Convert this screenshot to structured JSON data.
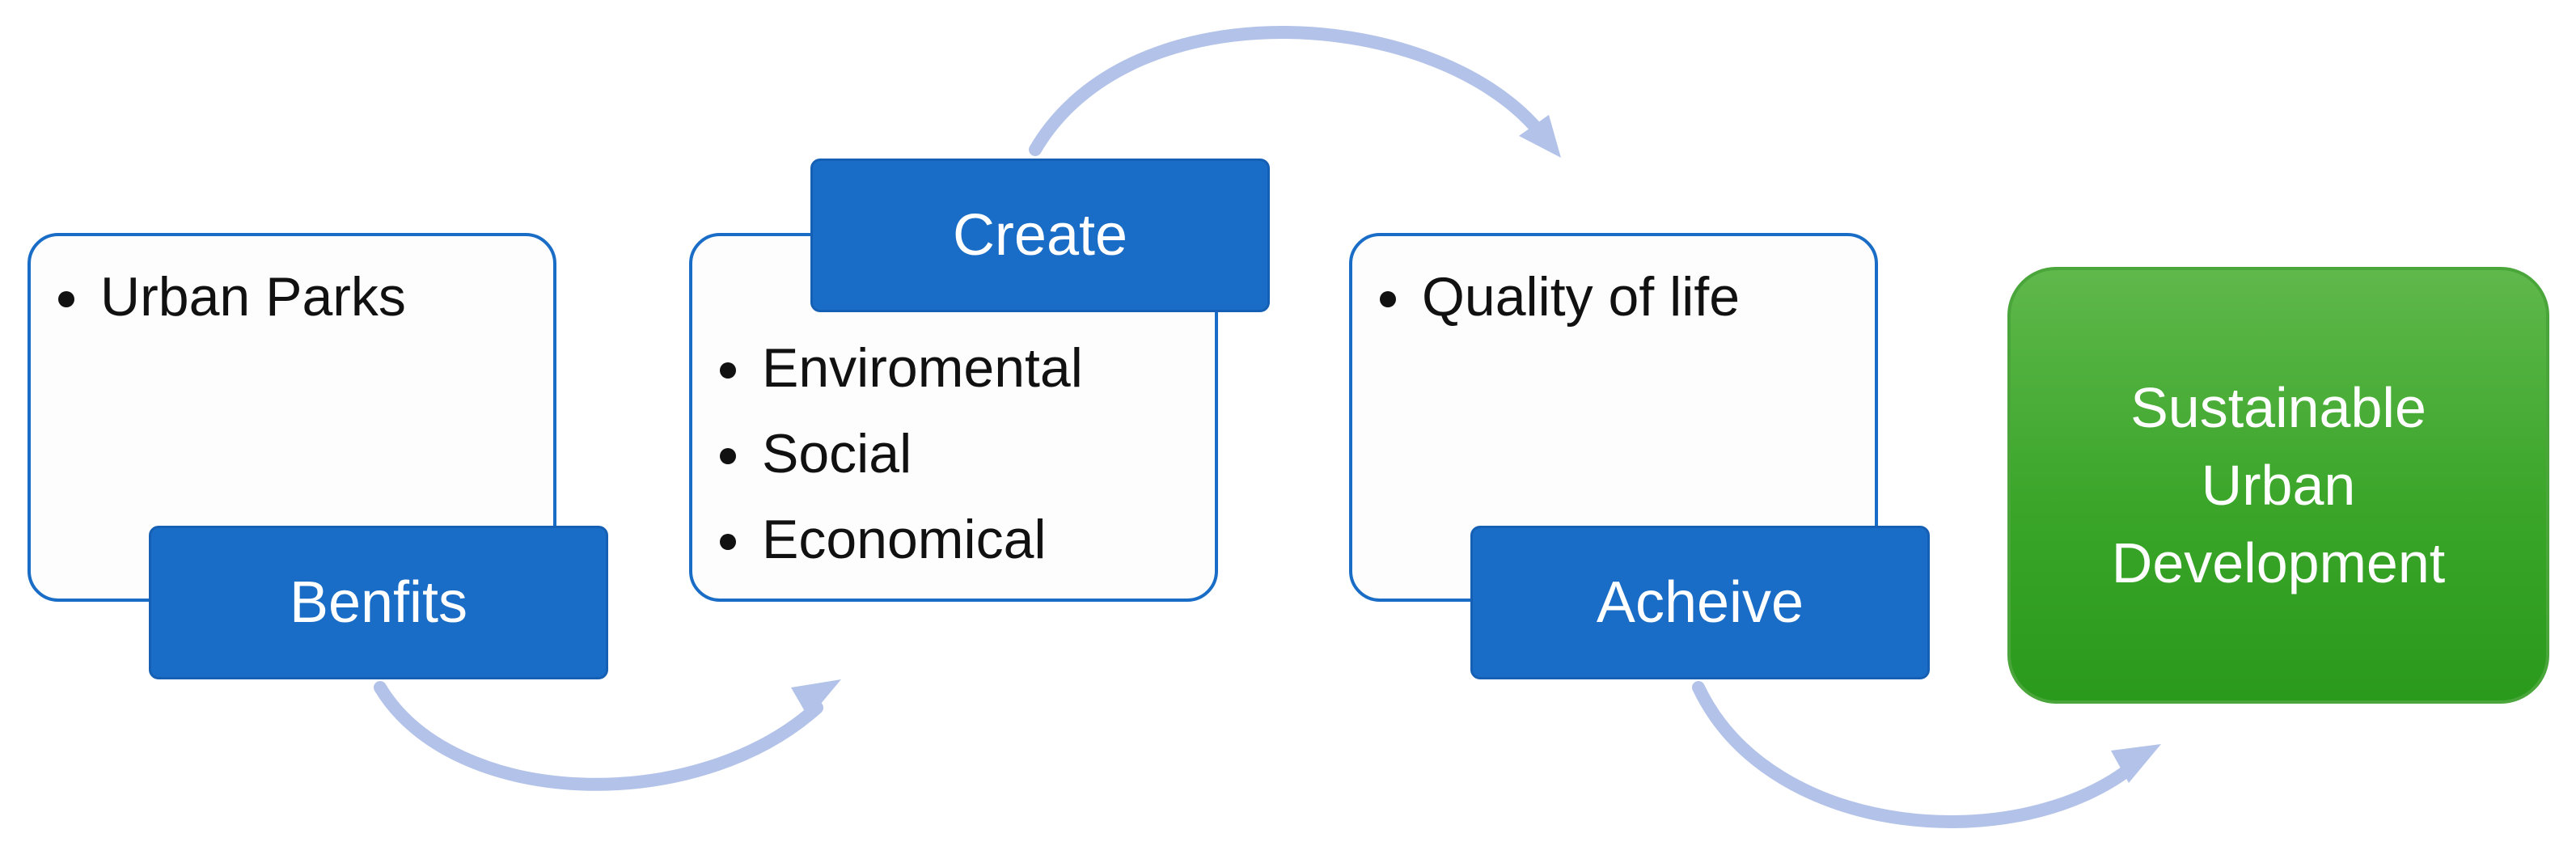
{
  "stages": [
    {
      "label": "Benfits",
      "items": [
        "Urban Parks"
      ]
    },
    {
      "label": "Create",
      "items": [
        "Enviromental",
        "Social",
        "Economical"
      ]
    },
    {
      "label": "Acheive",
      "items": [
        "Quality of life"
      ]
    }
  ],
  "goal": {
    "lines": [
      "Sustainable",
      "Urban",
      "Development"
    ]
  },
  "colors": {
    "box_border": "#1a6dc6",
    "label_fill": "#1a6dc6",
    "goal_fill": "#3aa529",
    "arrow": "#b3c2e8"
  }
}
